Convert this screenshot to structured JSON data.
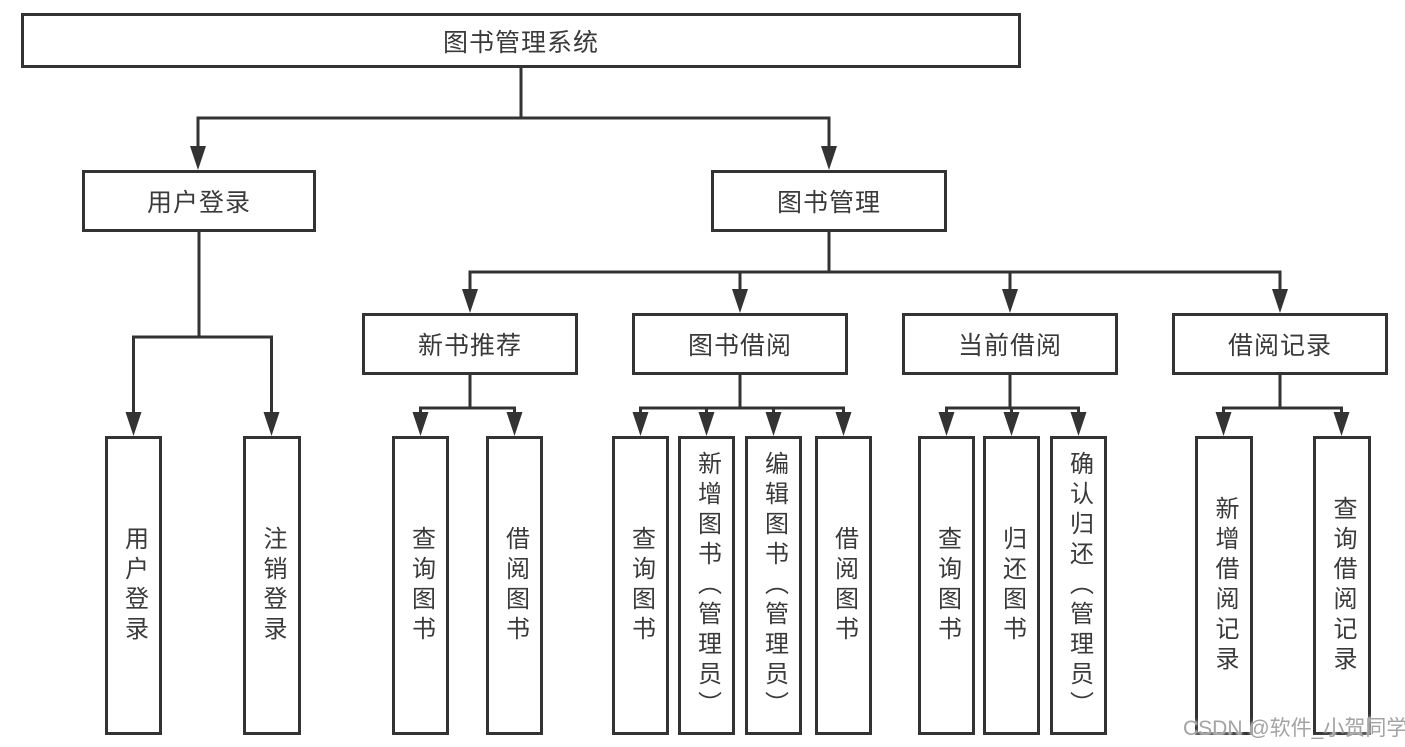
{
  "diagram": {
    "root": {
      "label": "图书管理系统"
    },
    "branches": [
      {
        "label": "用户登录",
        "children": [
          {
            "label": "用户登录"
          },
          {
            "label": "注销登录"
          }
        ]
      },
      {
        "label": "图书管理",
        "children": [
          {
            "label": "新书推荐",
            "children": [
              {
                "label": "查询图书"
              },
              {
                "label": "借阅图书"
              }
            ]
          },
          {
            "label": "图书借阅",
            "children": [
              {
                "label": "查询图书"
              },
              {
                "label": "新增图书（管理员）"
              },
              {
                "label": "编辑图书（管理员）"
              },
              {
                "label": "借阅图书"
              }
            ]
          },
          {
            "label": "当前借阅",
            "children": [
              {
                "label": "查询图书"
              },
              {
                "label": "归还图书"
              },
              {
                "label": "确认归还（管理员）"
              }
            ]
          },
          {
            "label": "借阅记录",
            "children": [
              {
                "label": "新增借阅记录"
              },
              {
                "label": "查询借阅记录"
              }
            ]
          }
        ]
      }
    ]
  },
  "watermark": {
    "text": "CSDN @软件_小贺同学"
  },
  "colors": {
    "line": "#333333",
    "text": "#3a3a3a",
    "background": "#ffffff",
    "watermark": "#a3a3a3"
  }
}
